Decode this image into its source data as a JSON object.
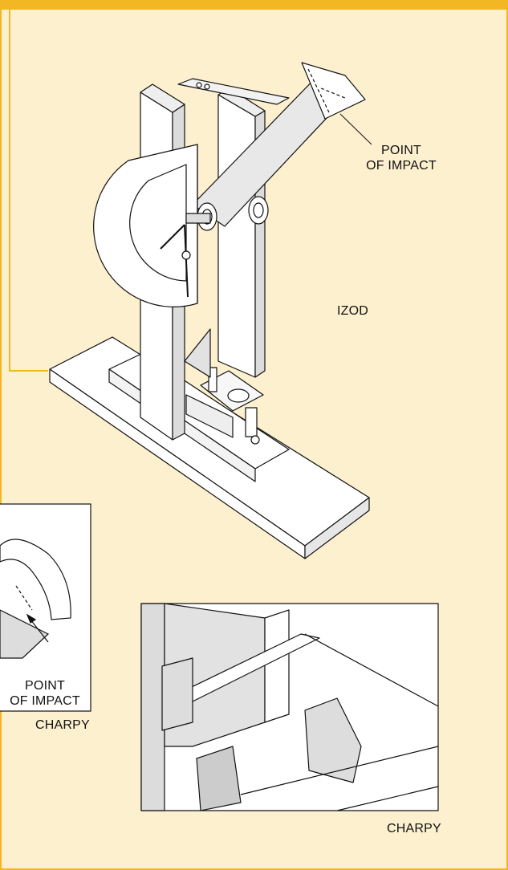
{
  "labels": {
    "izod_point_line1": "POINT",
    "izod_point_line2": "OF IMPACT",
    "izod": "IZOD",
    "charpy_point_line1": "POINT",
    "charpy_point_line2": "OF IMPACT",
    "charpy_small": "CHARPY",
    "charpy_large": "CHARPY"
  },
  "colors": {
    "background": "#fdf0cf",
    "frame": "#f4b724",
    "panel": "#ffffff",
    "line": "#111111",
    "shade": "#dcdcdc"
  }
}
